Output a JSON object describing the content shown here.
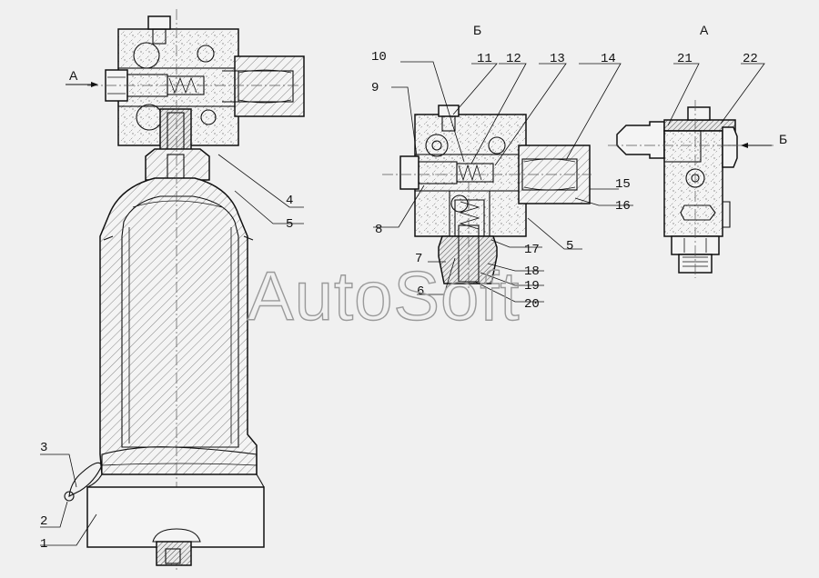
{
  "watermark": "AutoSoft",
  "views": {
    "arrow_a_left": "А",
    "view_b": "Б",
    "view_a": "А",
    "arrow_b_right": "Б"
  },
  "callouts": {
    "c1": "1",
    "c2": "2",
    "c3": "3",
    "c4": "4",
    "c5_main": "5",
    "c5_b": "5",
    "c6": "6",
    "c7": "7",
    "c8": "8",
    "c9": "9",
    "c10": "10",
    "c11": "11",
    "c12": "12",
    "c13": "13",
    "c14": "14",
    "c15": "15",
    "c16": "16",
    "c17": "17",
    "c18": "18",
    "c19": "19",
    "c20": "20",
    "c21": "21",
    "c22": "22"
  }
}
